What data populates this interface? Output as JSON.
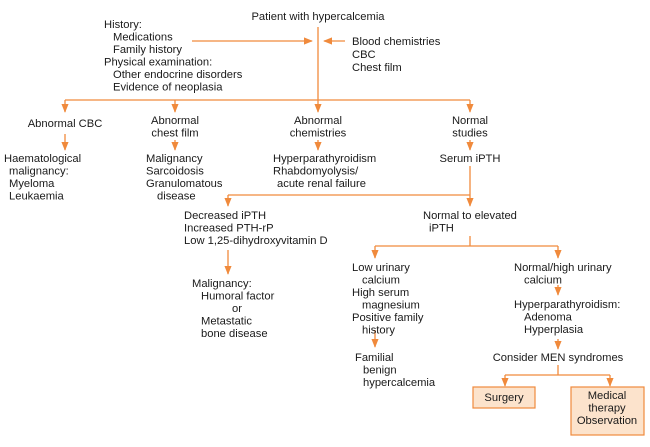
{
  "colors": {
    "accent": "#F08A3C",
    "box_fill": "#FCE3CC",
    "text": "#1a1a1a"
  },
  "nodes": {
    "root": {
      "lines": [
        "Patient with hypercalcemia"
      ]
    },
    "history": {
      "lines": [
        "History:",
        "Medications",
        "Family history",
        "Physical examination:",
        "Other endocrine disorders",
        "Evidence of neoplasia"
      ]
    },
    "blood": {
      "lines": [
        "Blood chemistries",
        "CBC",
        "Chest film"
      ]
    },
    "abn_cbc": {
      "lines": [
        "Abnormal CBC"
      ]
    },
    "abn_chest": {
      "lines": [
        "Abnormal",
        "chest film"
      ]
    },
    "abn_chem": {
      "lines": [
        "Abnormal",
        "chemistries"
      ]
    },
    "normal_studies": {
      "lines": [
        "Normal",
        "studies"
      ]
    },
    "haem": {
      "lines": [
        "Haematological",
        "malignancy:",
        "Myeloma",
        "Leukaemia"
      ]
    },
    "malig_list": {
      "lines": [
        "Malignancy",
        "Sarcoidosis",
        "Granulomatous",
        "disease"
      ]
    },
    "hyperpara_list": {
      "lines": [
        "Hyperparathyroidism",
        "Rhabdomyolysis/",
        "acute renal failure"
      ]
    },
    "serum_ipth": {
      "lines": [
        "Serum iPTH"
      ]
    },
    "decreased": {
      "lines": [
        "Decreased iPTH",
        "Increased PTH-rP",
        "Low 1,25-dihydroxyvitamin D"
      ]
    },
    "normal_elevated": {
      "lines": [
        "Normal to elevated",
        "iPTH"
      ]
    },
    "malignancy2": {
      "lines": [
        "Malignancy:",
        "Humoral factor",
        "or",
        "Metastatic",
        "bone disease"
      ]
    },
    "low_urinary": {
      "lines": [
        "Low urinary",
        "calcium",
        "High serum",
        "magnesium",
        "Positive family",
        "history"
      ]
    },
    "normal_high": {
      "lines": [
        "Normal/high urinary",
        "calcium"
      ]
    },
    "hyperpara2": {
      "lines": [
        "Hyperparathyroidism:",
        "Adenoma",
        "Hyperplasia"
      ]
    },
    "familial": {
      "lines": [
        "Familial",
        "benign",
        "hypercalcemia"
      ]
    },
    "consider_men": {
      "lines": [
        "Consider MEN syndromes"
      ]
    },
    "surgery": {
      "lines": [
        "Surgery"
      ]
    },
    "medical": {
      "lines": [
        "Medical",
        "therapy",
        "Observation"
      ]
    }
  }
}
